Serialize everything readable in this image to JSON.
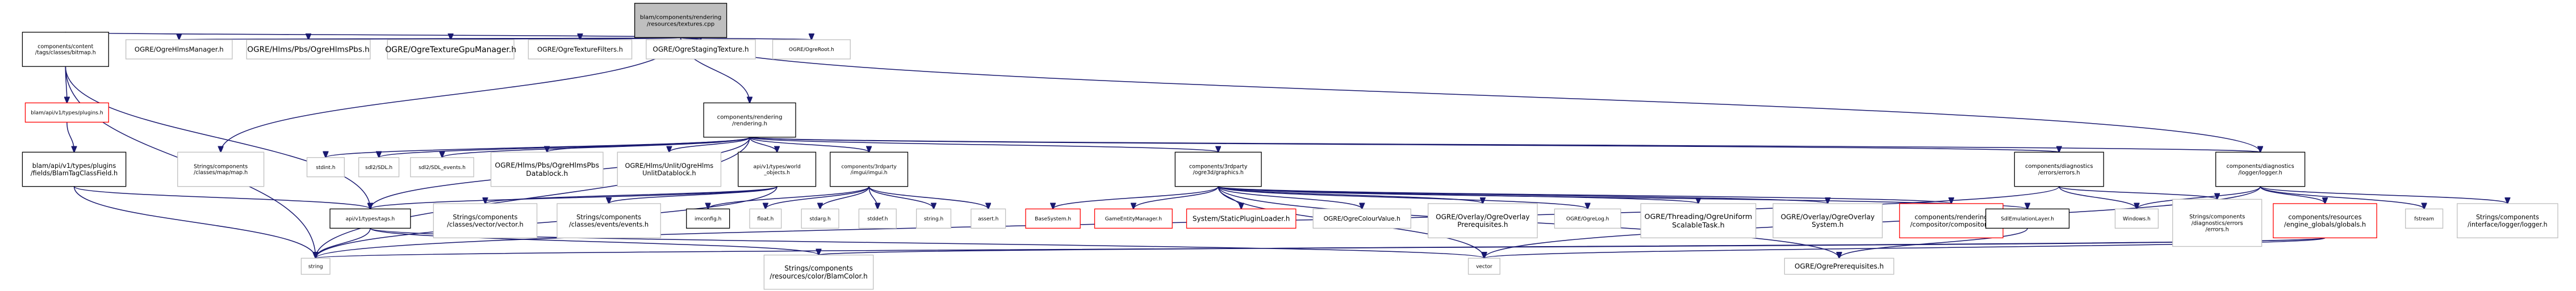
{
  "diagram": {
    "type": "include-dependency-graph",
    "colors": {
      "edge": "#191970",
      "focus_fill": "#bfbfbf",
      "normal_border": "#000000",
      "external_border": "#bfbfbf",
      "missing_border": "#ff0000"
    },
    "nodes": [
      {
        "id": "textures",
        "lines": [
          "blam/components/rendering",
          "/resources/textures.cpp"
        ],
        "kind": "focus"
      },
      {
        "id": "bitmap",
        "lines": [
          "components/content",
          "/tags/classes/bitmap.h"
        ],
        "kind": "normal"
      },
      {
        "id": "hlms_mgr",
        "lines": [
          "OGRE/OgreHlmsManager.h"
        ],
        "kind": "external"
      },
      {
        "id": "hlms_pbs",
        "lines": [
          "OGRE/Hlms/Pbs/OgreHlmsPbs.h"
        ],
        "kind": "external"
      },
      {
        "id": "tex_gpu",
        "lines": [
          "OGRE/OgreTextureGpuManager.h"
        ],
        "kind": "external"
      },
      {
        "id": "tex_filters",
        "lines": [
          "OGRE/OgreTextureFilters.h"
        ],
        "kind": "external"
      },
      {
        "id": "staging",
        "lines": [
          "OGRE/OgreStagingTexture.h"
        ],
        "kind": "external"
      },
      {
        "id": "ogre_root",
        "lines": [
          "OGRE/OgreRoot.h"
        ],
        "kind": "external"
      },
      {
        "id": "plugins",
        "lines": [
          "blam/api/v1/types/plugins.h"
        ],
        "kind": "missing"
      },
      {
        "id": "rendering",
        "lines": [
          "components/rendering",
          "/rendering.h"
        ],
        "kind": "normal"
      },
      {
        "id": "tagclass",
        "lines": [
          "blam/api/v1/types/plugins",
          "/fields/BlamTagClassField.h"
        ],
        "kind": "normal"
      },
      {
        "id": "map",
        "lines": [
          "Strings/components",
          "/classes/map/map.h"
        ],
        "kind": "external"
      },
      {
        "id": "stdint",
        "lines": [
          "stdint.h"
        ],
        "kind": "external"
      },
      {
        "id": "sdl2",
        "lines": [
          "sdl2/SDL.h"
        ],
        "kind": "external"
      },
      {
        "id": "sdl_events",
        "lines": [
          "sdl2/SDL_events.h"
        ],
        "kind": "external"
      },
      {
        "id": "pbs_datablock",
        "lines": [
          "OGRE/Hlms/Pbs/OgreHlmsPbs",
          "Datablock.h"
        ],
        "kind": "external"
      },
      {
        "id": "unlit_datablock",
        "lines": [
          "OGRE/Hlms/Unlit/OgreHlms",
          "UnlitDatablock.h"
        ],
        "kind": "external"
      },
      {
        "id": "world_objects",
        "lines": [
          "api/v1/types/world",
          "_objects.h"
        ],
        "kind": "normal"
      },
      {
        "id": "imgui",
        "lines": [
          "components/3rdparty",
          "/imgui/imgui.h"
        ],
        "kind": "normal"
      },
      {
        "id": "graphics",
        "lines": [
          "components/3rdparty",
          "/ogre3d/graphics.h"
        ],
        "kind": "normal"
      },
      {
        "id": "errors",
        "lines": [
          "components/diagnostics",
          "/errors/errors.h"
        ],
        "kind": "normal"
      },
      {
        "id": "logger",
        "lines": [
          "components/diagnostics",
          "/logger/logger.h"
        ],
        "kind": "normal"
      },
      {
        "id": "tags",
        "lines": [
          "api/v1/types/tags.h"
        ],
        "kind": "normal"
      },
      {
        "id": "vector_ns",
        "lines": [
          "Strings/components",
          "/classes/vector/vector.h"
        ],
        "kind": "external"
      },
      {
        "id": "events",
        "lines": [
          "Strings/components",
          "/classes/events/events.h"
        ],
        "kind": "external"
      },
      {
        "id": "imconfig",
        "lines": [
          "imconfig.h"
        ],
        "kind": "normal"
      },
      {
        "id": "float",
        "lines": [
          "float.h"
        ],
        "kind": "external"
      },
      {
        "id": "stdarg",
        "lines": [
          "stdarg.h"
        ],
        "kind": "external"
      },
      {
        "id": "stddef",
        "lines": [
          "stddef.h"
        ],
        "kind": "external"
      },
      {
        "id": "string_h",
        "lines": [
          "string.h"
        ],
        "kind": "external"
      },
      {
        "id": "assert",
        "lines": [
          "assert.h"
        ],
        "kind": "external"
      },
      {
        "id": "basesystem",
        "lines": [
          "BaseSystem.h"
        ],
        "kind": "missing"
      },
      {
        "id": "gameentity",
        "lines": [
          "GameEntityManager.h"
        ],
        "kind": "missing"
      },
      {
        "id": "staticplugin",
        "lines": [
          "System/StaticPluginLoader.h"
        ],
        "kind": "missing"
      },
      {
        "id": "colourvalue",
        "lines": [
          "OGRE/OgreColourValue.h"
        ],
        "kind": "external"
      },
      {
        "id": "overlay_prereq",
        "lines": [
          "OGRE/Overlay/OgreOverlay",
          "Prerequisites.h"
        ],
        "kind": "external"
      },
      {
        "id": "ogrelog",
        "lines": [
          "OGRE/OgreLog.h"
        ],
        "kind": "external"
      },
      {
        "id": "threading",
        "lines": [
          "OGRE/Threading/OgreUniform",
          "ScalableTask.h"
        ],
        "kind": "external"
      },
      {
        "id": "overlay_sys",
        "lines": [
          "OGRE/Overlay/OgreOverlay",
          "System.h"
        ],
        "kind": "external"
      },
      {
        "id": "compositor",
        "lines": [
          "components/rendering",
          "/compositor/compositor.h"
        ],
        "kind": "missing"
      },
      {
        "id": "sdl_emul",
        "lines": [
          "SdlEmulationLayer.h"
        ],
        "kind": "normal"
      },
      {
        "id": "windows",
        "lines": [
          "Windows.h"
        ],
        "kind": "external"
      },
      {
        "id": "errors_ns",
        "lines": [
          "Strings/components",
          "/diagnostics/errors",
          "/errors.h"
        ],
        "kind": "external"
      },
      {
        "id": "globals",
        "lines": [
          "components/resources",
          "/engine_globals/globals.h"
        ],
        "kind": "missing"
      },
      {
        "id": "fstream",
        "lines": [
          "fstream"
        ],
        "kind": "external"
      },
      {
        "id": "logger_ns",
        "lines": [
          "Strings/components",
          "/interface/logger/logger.h"
        ],
        "kind": "external"
      },
      {
        "id": "string",
        "lines": [
          "string"
        ],
        "kind": "external"
      },
      {
        "id": "blamcolor",
        "lines": [
          "Strings/components",
          "/resources/color/BlamColor.h"
        ],
        "kind": "external"
      },
      {
        "id": "vector",
        "lines": [
          "vector"
        ],
        "kind": "external"
      },
      {
        "id": "ogre_prereq",
        "lines": [
          "OGRE/OgrePrerequisites.h"
        ],
        "kind": "external"
      }
    ],
    "edges": [
      [
        "textures",
        "bitmap"
      ],
      [
        "textures",
        "hlms_mgr"
      ],
      [
        "textures",
        "hlms_pbs"
      ],
      [
        "textures",
        "tex_gpu"
      ],
      [
        "textures",
        "tex_filters"
      ],
      [
        "textures",
        "staging"
      ],
      [
        "textures",
        "ogre_root"
      ],
      [
        "textures",
        "rendering"
      ],
      [
        "textures",
        "map"
      ],
      [
        "textures",
        "logger"
      ],
      [
        "bitmap",
        "plugins"
      ],
      [
        "bitmap",
        "tags"
      ],
      [
        "bitmap",
        "string"
      ],
      [
        "plugins",
        "tagclass"
      ],
      [
        "tagclass",
        "tags"
      ],
      [
        "tagclass",
        "string"
      ],
      [
        "rendering",
        "stdint"
      ],
      [
        "rendering",
        "sdl2"
      ],
      [
        "rendering",
        "sdl_events"
      ],
      [
        "rendering",
        "pbs_datablock"
      ],
      [
        "rendering",
        "unlit_datablock"
      ],
      [
        "rendering",
        "world_objects"
      ],
      [
        "rendering",
        "imgui"
      ],
      [
        "rendering",
        "graphics"
      ],
      [
        "rendering",
        "errors"
      ],
      [
        "rendering",
        "logger"
      ],
      [
        "rendering",
        "tags"
      ],
      [
        "rendering",
        "string"
      ],
      [
        "world_objects",
        "tags"
      ],
      [
        "world_objects",
        "vector_ns"
      ],
      [
        "world_objects",
        "events"
      ],
      [
        "world_objects",
        "string"
      ],
      [
        "imgui",
        "imconfig"
      ],
      [
        "imgui",
        "float"
      ],
      [
        "imgui",
        "stdarg"
      ],
      [
        "imgui",
        "stddef"
      ],
      [
        "imgui",
        "string_h"
      ],
      [
        "imgui",
        "assert"
      ],
      [
        "graphics",
        "basesystem"
      ],
      [
        "graphics",
        "gameentity"
      ],
      [
        "graphics",
        "staticplugin"
      ],
      [
        "graphics",
        "colourvalue"
      ],
      [
        "graphics",
        "overlay_prereq"
      ],
      [
        "graphics",
        "ogrelog"
      ],
      [
        "graphics",
        "threading"
      ],
      [
        "graphics",
        "overlay_sys"
      ],
      [
        "graphics",
        "compositor"
      ],
      [
        "graphics",
        "sdl_emul"
      ],
      [
        "graphics",
        "ogre_prereq"
      ],
      [
        "graphics",
        "vector"
      ],
      [
        "errors",
        "errors_ns"
      ],
      [
        "errors",
        "windows"
      ],
      [
        "errors",
        "string"
      ],
      [
        "logger",
        "windows"
      ],
      [
        "logger",
        "globals"
      ],
      [
        "logger",
        "fstream"
      ],
      [
        "logger",
        "logger_ns"
      ],
      [
        "logger",
        "vector"
      ],
      [
        "tags",
        "string"
      ],
      [
        "tags",
        "blamcolor"
      ],
      [
        "tags",
        "vector"
      ],
      [
        "sdl_emul",
        "ogre_prereq"
      ],
      [
        "globals",
        "string"
      ],
      [
        "globals",
        "blamcolor"
      ],
      [
        "globals",
        "vector"
      ]
    ]
  }
}
